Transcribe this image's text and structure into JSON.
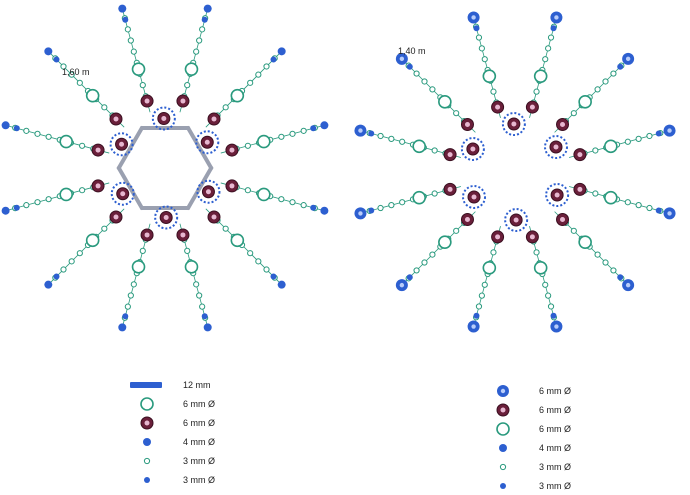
{
  "left_pattern": {
    "size_label": "1,60 m",
    "legend": [
      {
        "kind": "bugle",
        "label": "12 mm"
      },
      {
        "kind": "ring",
        "label": "6 mm Ø"
      },
      {
        "kind": "maroon",
        "label": "6 mm Ø"
      },
      {
        "kind": "blue4",
        "label": "4 mm Ø"
      },
      {
        "kind": "ring3",
        "label": "3 mm Ø"
      },
      {
        "kind": "blue3",
        "label": "3 mm Ø"
      }
    ]
  },
  "right_pattern": {
    "size_label": "1,40 m",
    "legend": [
      {
        "kind": "blue6",
        "label": "6 mm Ø"
      },
      {
        "kind": "maroon",
        "label": "6 mm Ø"
      },
      {
        "kind": "ring",
        "label": "6 mm Ø"
      },
      {
        "kind": "blue4",
        "label": "4 mm Ø"
      },
      {
        "kind": "ring3",
        "label": "3 mm Ø"
      },
      {
        "kind": "blue3",
        "label": "3 mm Ø"
      }
    ]
  },
  "colors": {
    "blue": "#2d5fd0",
    "teal": "#2a9a7e",
    "maroon": "#6a1f3a",
    "bugle": "#9aa0b0"
  }
}
